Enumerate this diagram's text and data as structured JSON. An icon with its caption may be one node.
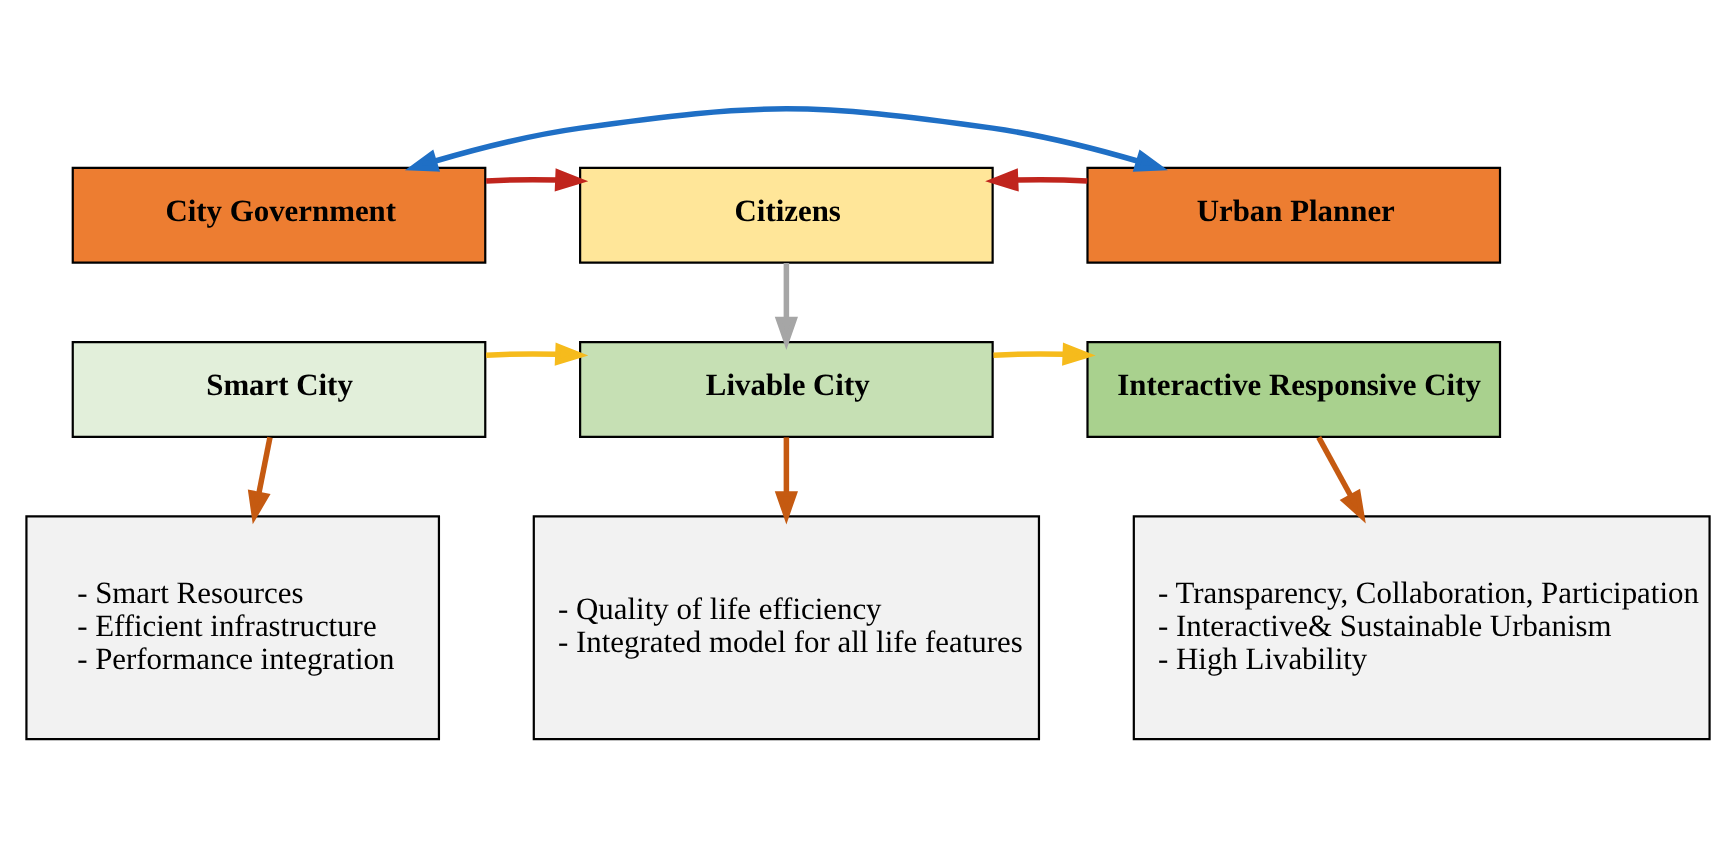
{
  "diagram": {
    "nodes": [
      {
        "text": [
          "City Government"
        ]
      },
      {
        "text": [
          "Citizens"
        ]
      },
      {
        "text": [
          "Urban Planner"
        ]
      },
      {
        "text": [
          "Smart City"
        ]
      },
      {
        "text": [
          "Livable City"
        ]
      },
      {
        "text": [
          "Interactive Responsive City"
        ]
      },
      {
        "text": [
          "- Smart Resources",
          "- Efficient infrastructure",
          "- Performance integration"
        ]
      },
      {
        "text": [
          "- Quality of life efficiency",
          "- Integrated model for all life features"
        ]
      },
      {
        "text": [
          "- Transparency, Collaboration, Participation",
          "- Interactive& Sustainable Urbanism",
          "- High Livability"
        ]
      }
    ],
    "edges": [
      {
        "from": 0,
        "to": 2,
        "arrow": "both",
        "color": "#1f6fc5"
      },
      {
        "from": 0,
        "to": 1,
        "arrow": "to",
        "color": "#c0251d"
      },
      {
        "from": 2,
        "to": 1,
        "arrow": "to",
        "color": "#c0251d"
      },
      {
        "from": 1,
        "to": 4,
        "arrow": "to",
        "color": "#a6a6a6"
      },
      {
        "from": 3,
        "to": 4,
        "arrow": "to",
        "color": "#f6bb1c"
      },
      {
        "from": 4,
        "to": 5,
        "arrow": "to",
        "color": "#f6bb1c"
      },
      {
        "from": 3,
        "to": 6,
        "arrow": "to",
        "color": "#c55a11"
      },
      {
        "from": 4,
        "to": 7,
        "arrow": "to",
        "color": "#c55a11"
      },
      {
        "from": 5,
        "to": 8,
        "arrow": "to",
        "color": "#c55a11"
      }
    ]
  }
}
